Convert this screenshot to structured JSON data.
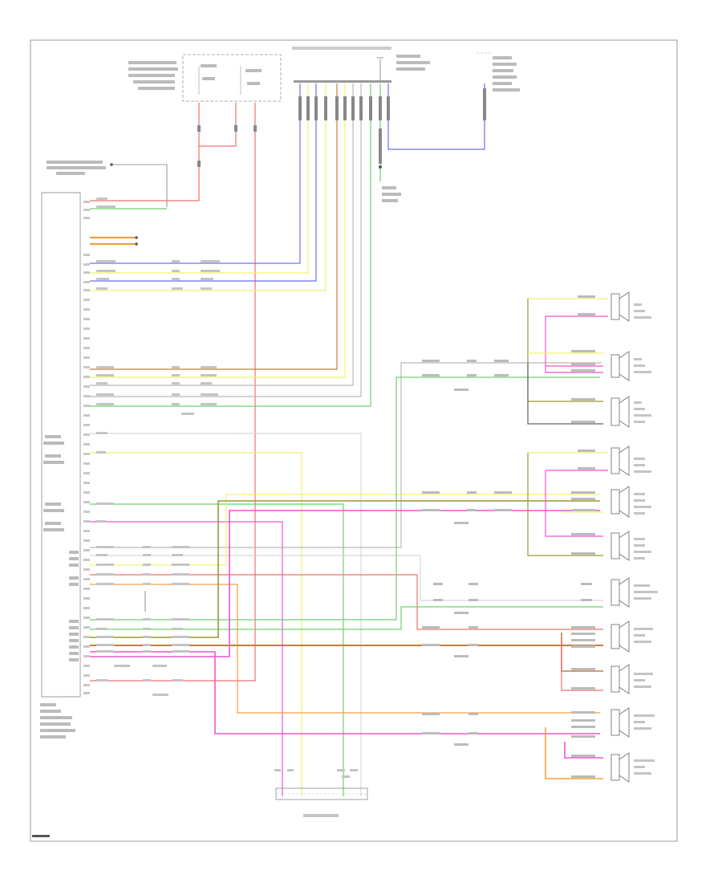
{
  "diagram": {
    "border_color": "#9a9a9a",
    "box_color": "#777777",
    "wire_colors": {
      "red": "#f07070",
      "green": "#6fd06f",
      "orange": "#f2a040",
      "blue": "#6f6ff0",
      "yellow": "#f0f070",
      "gray": "#b8b8b8",
      "dark_gray": "#606060",
      "pink": "#ee55cc",
      "olive": "#9a9a30",
      "violet": "#b070e0",
      "brown": "#c08040"
    },
    "drawing_code": "",
    "bottom_code": "",
    "source_splice": "",
    "module_label": "",
    "bottom_connector_label": "",
    "right_components": [
      {
        "id": "lf-tweeter",
        "label": ""
      },
      {
        "id": "lf-mid",
        "label": ""
      },
      {
        "id": "lf-woofer",
        "label": ""
      },
      {
        "id": "rf-tweeter",
        "label": ""
      },
      {
        "id": "rf-mid",
        "label": ""
      },
      {
        "id": "rf-woofer",
        "label": ""
      },
      {
        "id": "center",
        "label": ""
      },
      {
        "id": "lr-mid",
        "label": ""
      },
      {
        "id": "lr-tweeter",
        "label": ""
      },
      {
        "id": "rr-mid",
        "label": ""
      },
      {
        "id": "rr-tweeter",
        "label": ""
      }
    ]
  }
}
